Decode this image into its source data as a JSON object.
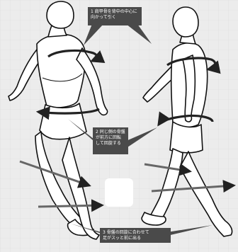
{
  "figure": {
    "background_color": "#ececec",
    "figure_color": "#ffffff",
    "outline_color": "#111111",
    "arrow_color": "#333333",
    "callout_color": "#4a4a4a"
  },
  "callouts": {
    "shoulder": "1 肩甲骨を背中の中心に\n向かって引く",
    "pelvis": "2 同じ側の骨盤\nが前方に回転\nして回旋する",
    "foot": "3 骨盤の回旋に合わせて\n足がスッと前に出る"
  }
}
